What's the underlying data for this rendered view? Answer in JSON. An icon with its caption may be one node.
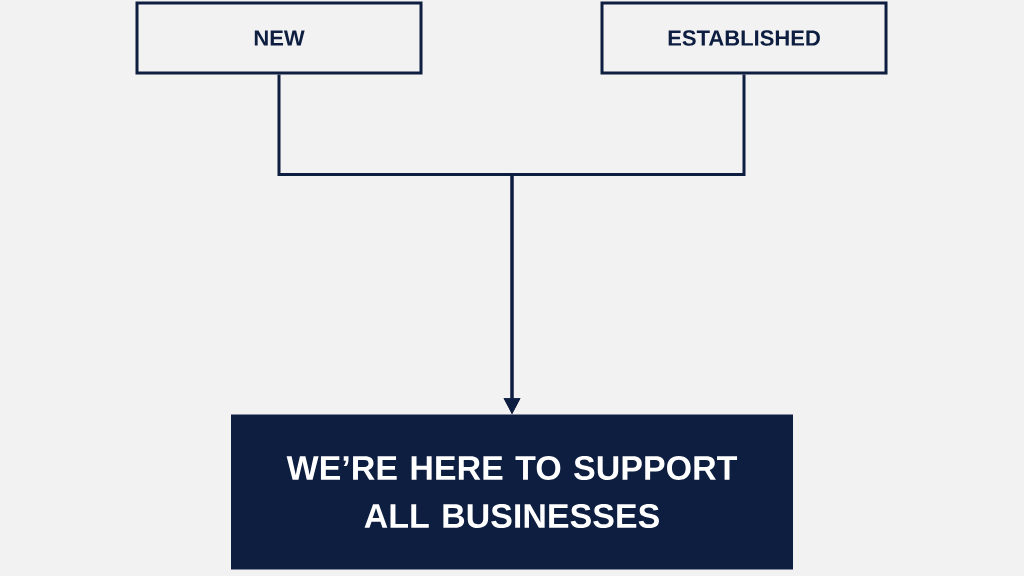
{
  "diagram": {
    "nodes": [
      {
        "text": [
          "NEW"
        ]
      },
      {
        "text": [
          "ESTABLISHED"
        ]
      },
      {
        "text": [
          "WE’RE HERE TO SUPPORT ALL BUSINESSES"
        ]
      }
    ],
    "edges": [
      {
        "from": 0,
        "to": 2,
        "arrow": "to"
      },
      {
        "from": 1,
        "to": 2,
        "arrow": "to"
      }
    ]
  }
}
